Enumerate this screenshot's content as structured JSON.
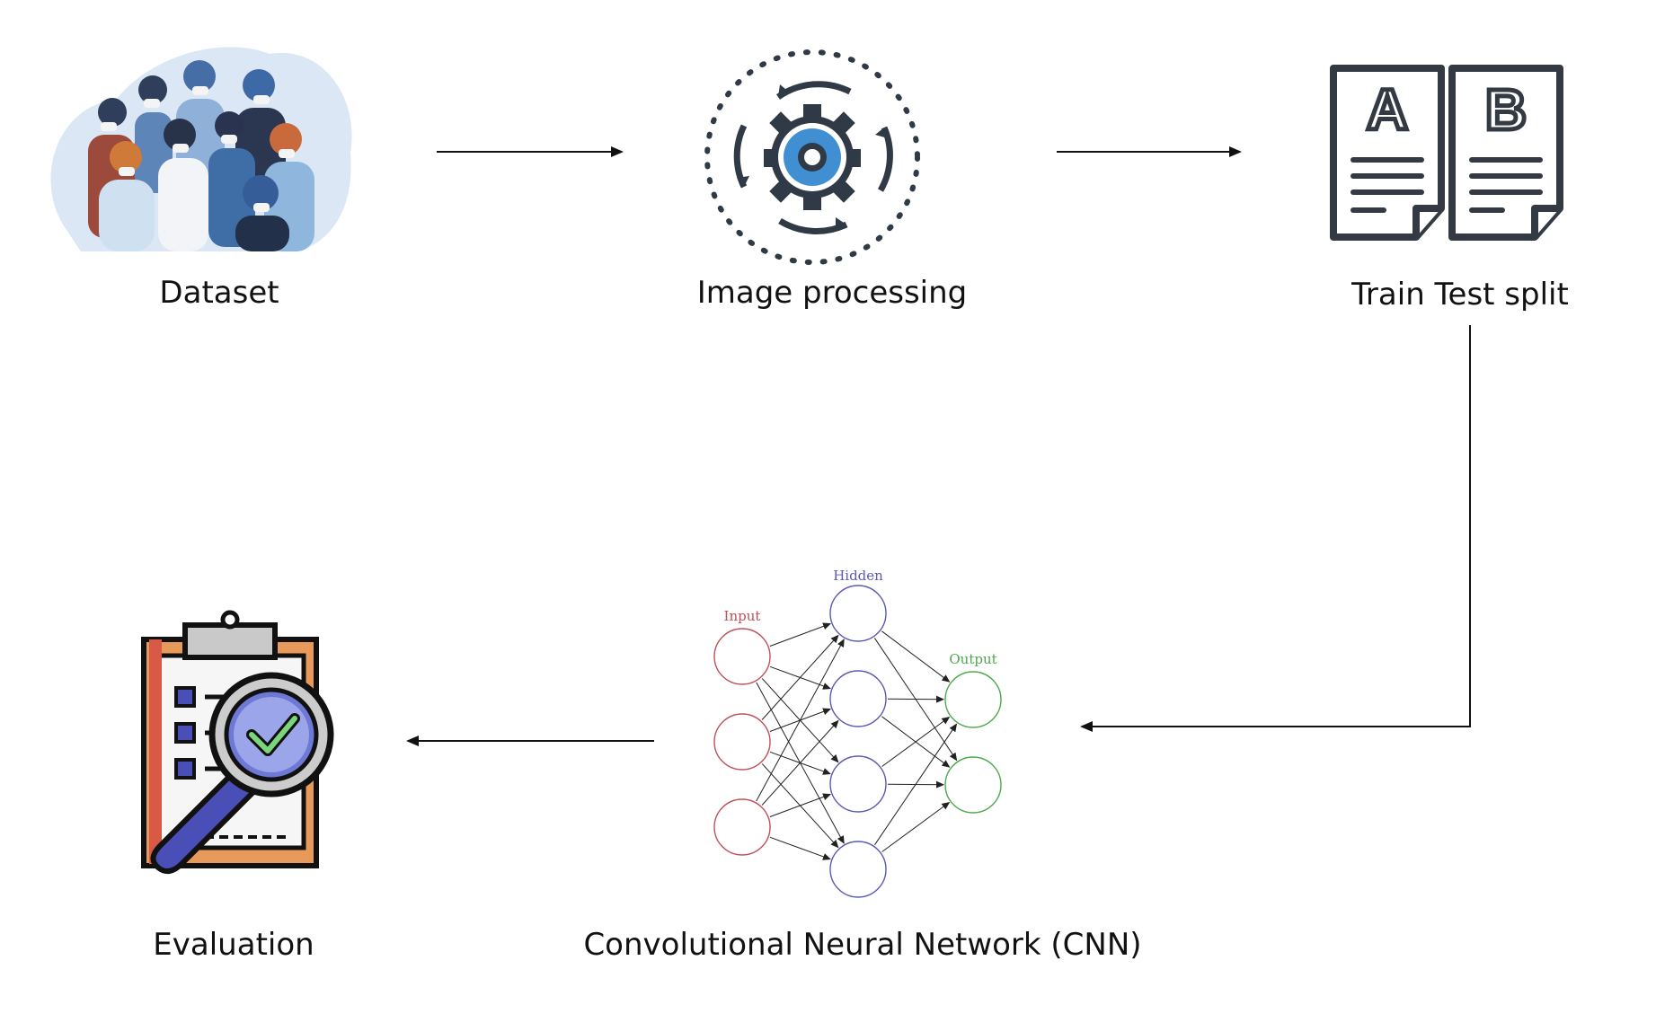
{
  "steps": {
    "dataset": "Dataset",
    "image_processing": "Image processing",
    "train_test_split": "Train Test split",
    "cnn": "Convolutional Neural Network (CNN)",
    "evaluation": "Evaluation"
  },
  "split_icon": {
    "left_letter": "A",
    "right_letter": "B"
  },
  "network": {
    "input_label": "Input",
    "hidden_label": "Hidden",
    "output_label": "Output",
    "input_nodes": 3,
    "hidden_nodes": 4,
    "output_nodes": 2
  },
  "colors": {
    "input": "#c0505a",
    "hidden": "#5a5ab4",
    "output": "#4caa4c",
    "arrow": "#111111",
    "gear_blue": "#3f8fd2",
    "icon_dark": "#333a44"
  }
}
